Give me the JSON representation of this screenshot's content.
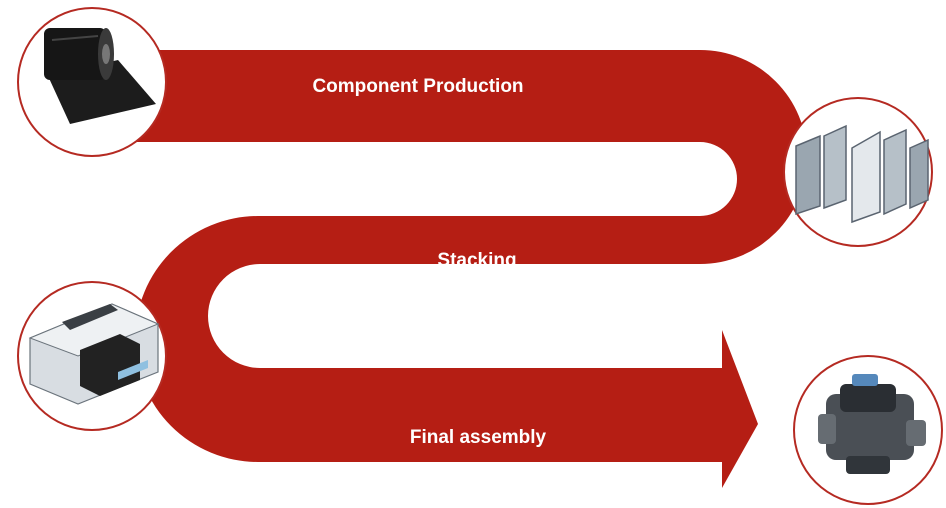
{
  "diagram": {
    "stages": [
      {
        "label": "Component Production",
        "image": "carbon-paper-roll"
      },
      {
        "label": "Stacking",
        "image": "fuel-cell-plates"
      },
      {
        "label": "Final assembly",
        "image": "fuel-cell-stack-module"
      }
    ],
    "end_image": "engine-system",
    "colors": {
      "ribbon": "#b51e14",
      "circle_border": "#b52a22",
      "label_text": "#ffffff"
    }
  }
}
